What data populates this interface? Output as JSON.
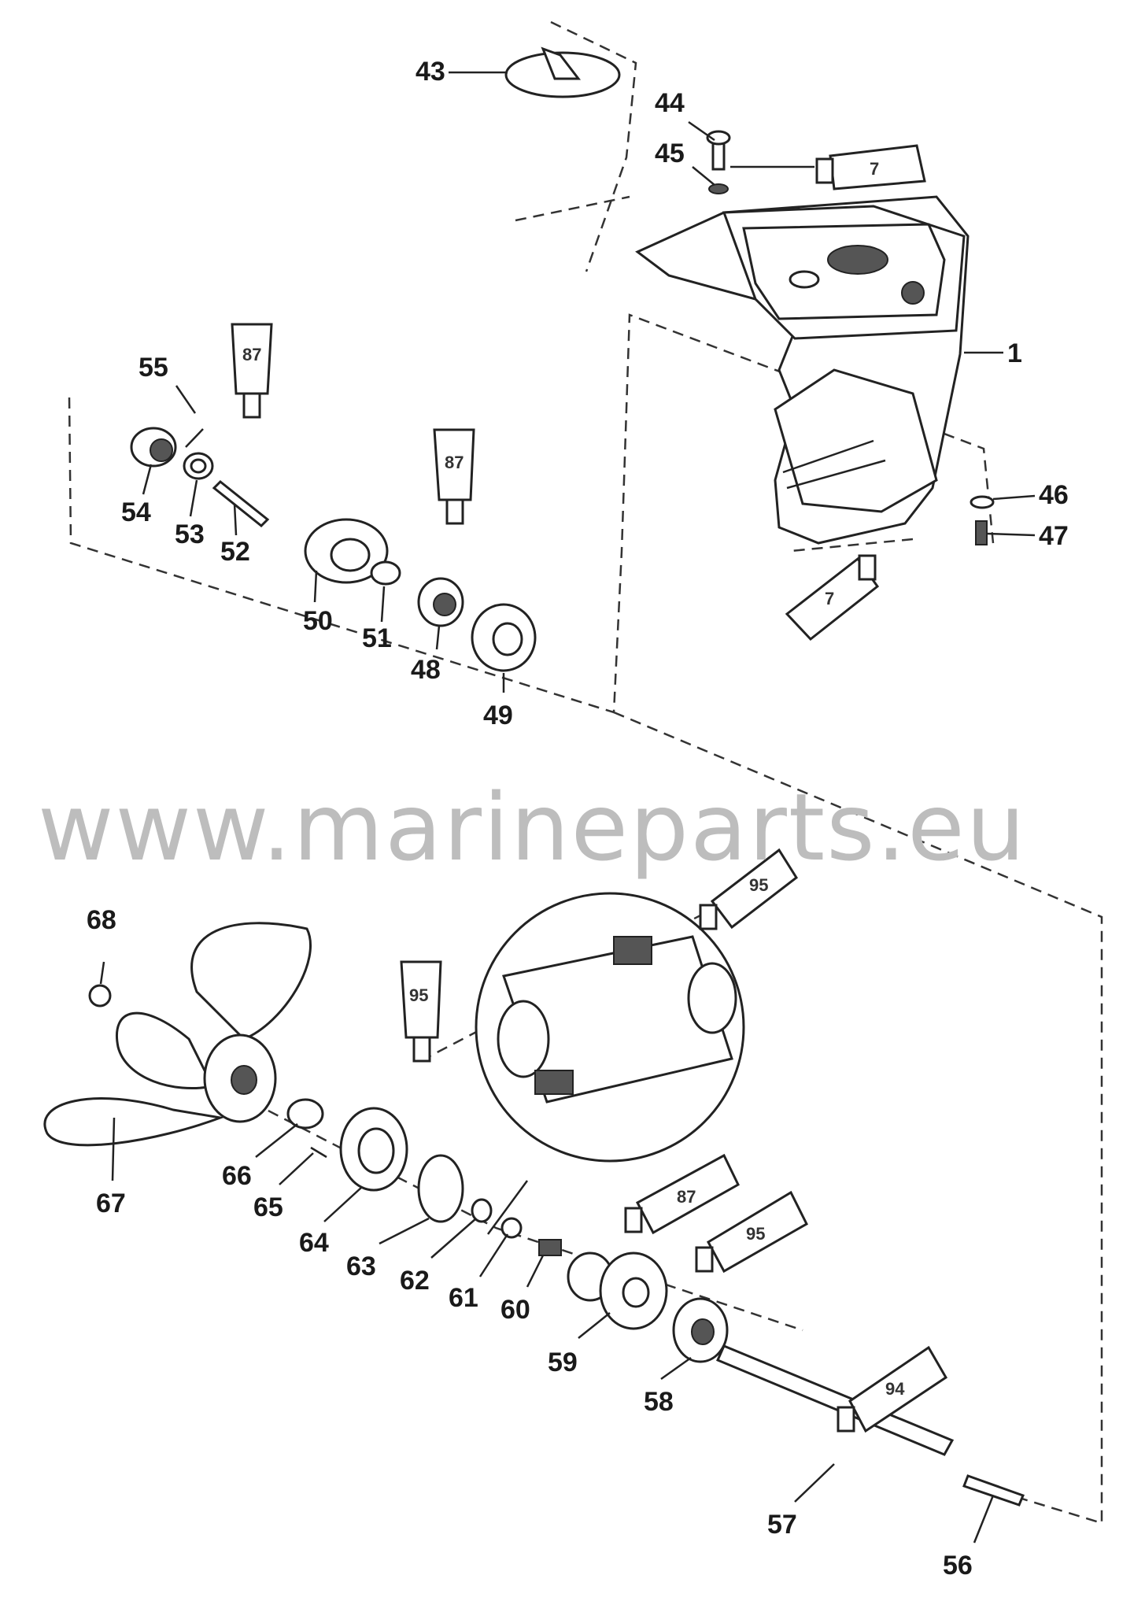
{
  "watermark": "www.marineparts.eu",
  "callouts": {
    "p1": "1",
    "p43": "43",
    "p44": "44",
    "p45": "45",
    "p46": "46",
    "p47": "47",
    "p48": "48",
    "p49": "49",
    "p50": "50",
    "p51": "51",
    "p52": "52",
    "p53": "53",
    "p54": "54",
    "p55": "55",
    "p56": "56",
    "p57": "57",
    "p58": "58",
    "p59": "59",
    "p60": "60",
    "p61": "61",
    "p62": "62",
    "p63": "63",
    "p64": "64",
    "p65": "65",
    "p66": "66",
    "p67": "67",
    "p68": "68"
  },
  "tubes": {
    "t7a": "7",
    "t7b": "7",
    "t87a": "87",
    "t87b": "87",
    "t87c": "87",
    "t95a": "95",
    "t95b": "95",
    "t95c": "95",
    "t94": "94"
  }
}
